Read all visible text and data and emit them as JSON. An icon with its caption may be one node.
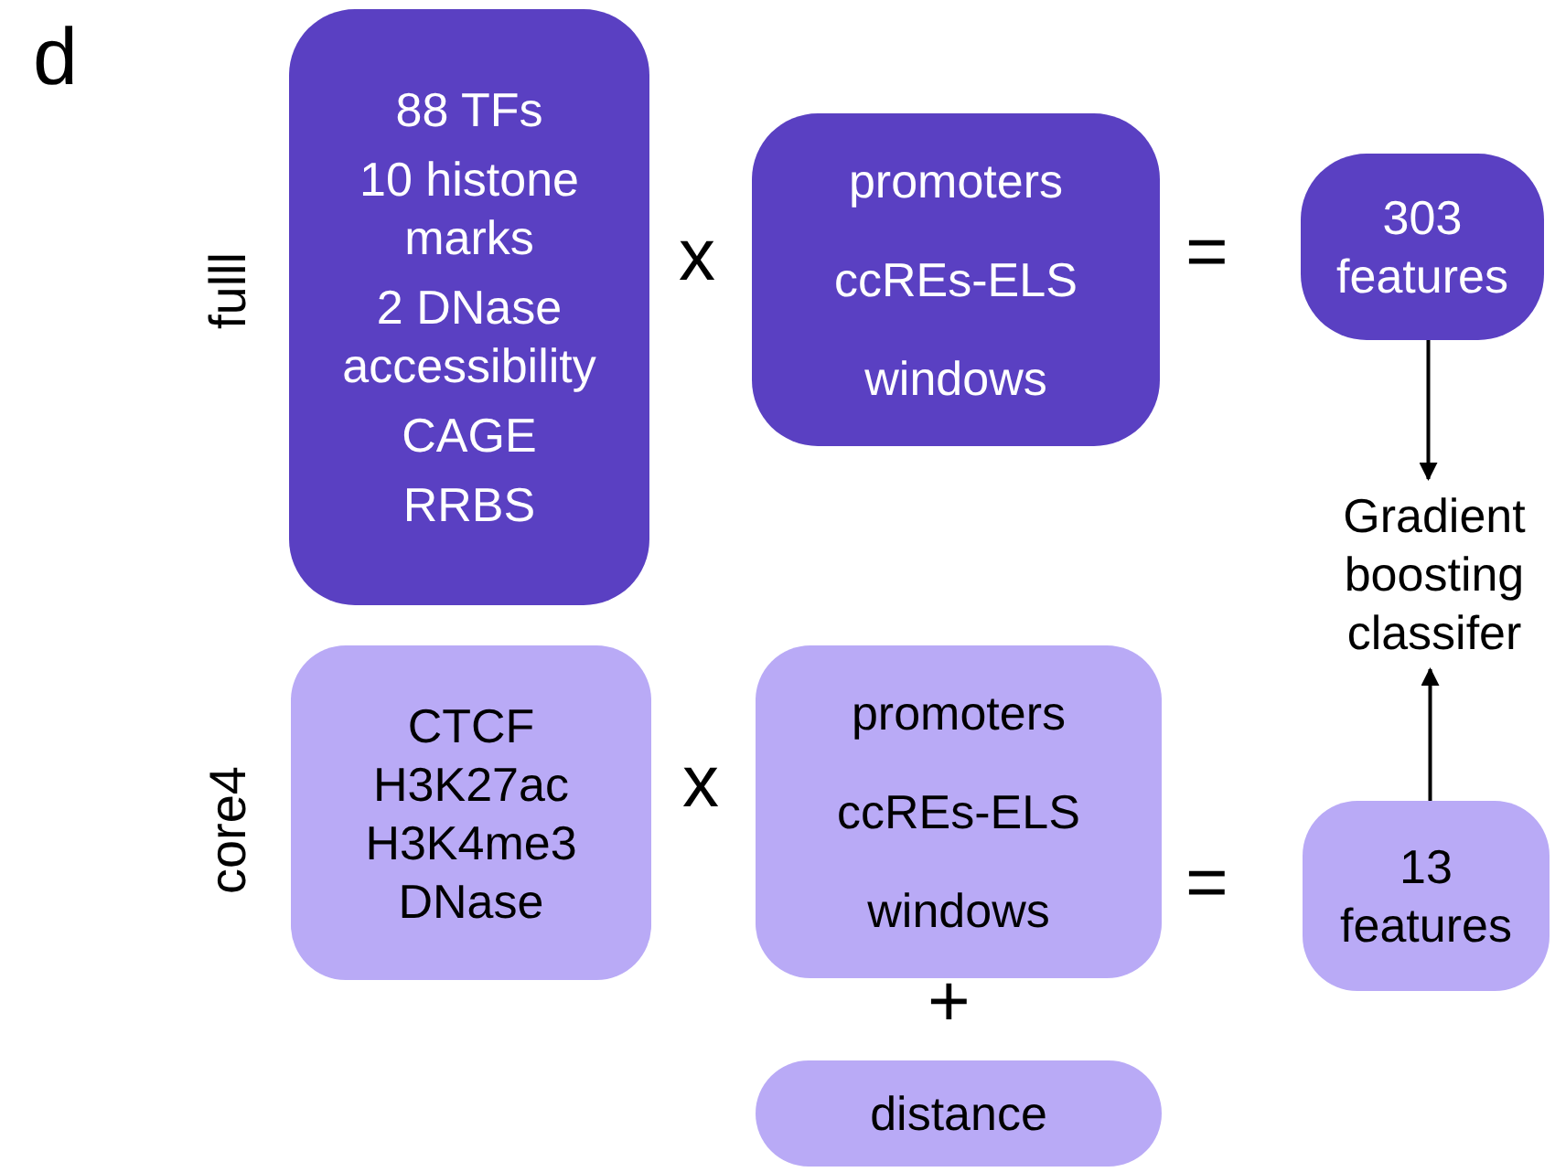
{
  "diagram": {
    "nodes": [
      {
        "text": [
          "88 TFs",
          "10 histone marks",
          "2 DNase accessibility",
          "CAGE",
          "RRBS"
        ]
      },
      {
        "text": [
          "promoters",
          "ccREs-ELS",
          "windows"
        ]
      },
      {
        "text": [
          "303 features"
        ]
      },
      {
        "text": [
          "Gradient boosting classifer"
        ]
      },
      {
        "text": [
          "CTCF",
          "H3K27ac",
          "H3K4me3",
          "DNase"
        ]
      },
      {
        "text": [
          "promoters",
          "ccREs-ELS",
          "windows"
        ]
      },
      {
        "text": [
          "distance"
        ]
      },
      {
        "text": [
          "13 features"
        ]
      }
    ],
    "edges": [
      {
        "from": 2,
        "to": 3,
        "arrow": "to"
      },
      {
        "from": 7,
        "to": 3,
        "arrow": "to"
      }
    ],
    "labels": [
      "d",
      "fulll",
      "x",
      "=",
      "core4",
      "x",
      "=",
      "+"
    ]
  }
}
